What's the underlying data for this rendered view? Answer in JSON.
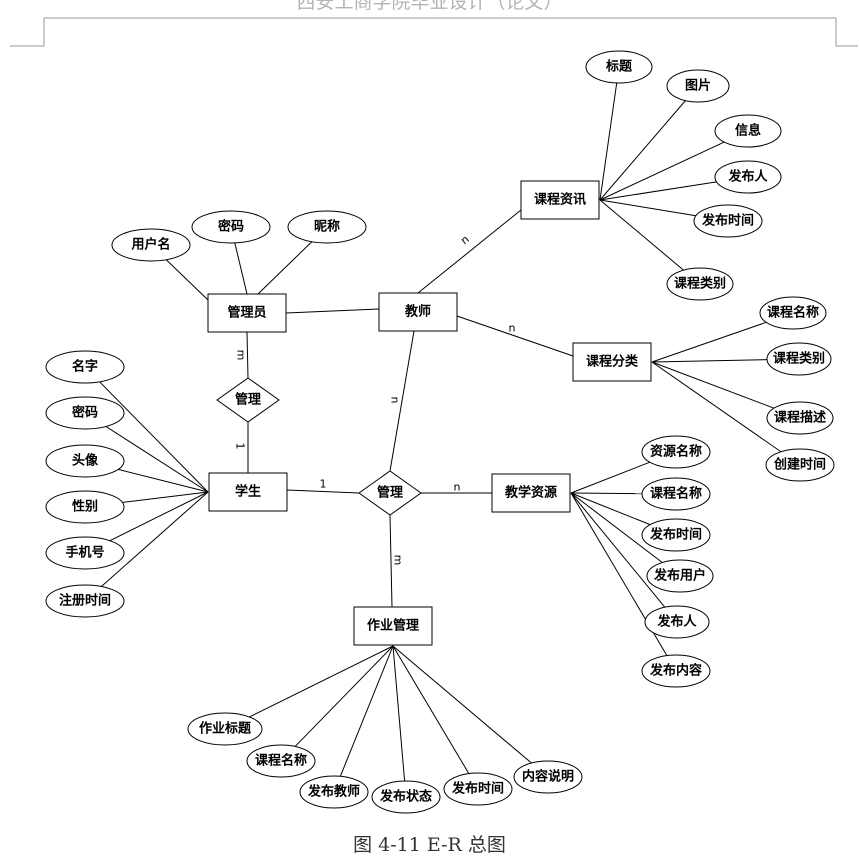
{
  "header": {
    "title": "西安工商学院毕业设计（论文）"
  },
  "caption": "图 4-11 E-R 总图",
  "diagram": {
    "entities": [
      {
        "id": "admin",
        "label": "管理员"
      },
      {
        "id": "teacher",
        "label": "教师"
      },
      {
        "id": "student",
        "label": "学生"
      },
      {
        "id": "course_news",
        "label": "课程资讯"
      },
      {
        "id": "course_category",
        "label": "课程分类"
      },
      {
        "id": "teaching_resource",
        "label": "教学资源"
      },
      {
        "id": "homework",
        "label": "作业管理"
      }
    ],
    "relationships": [
      {
        "id": "rel_manage_1",
        "label": "管理"
      },
      {
        "id": "rel_manage_2",
        "label": "管理"
      }
    ],
    "attributes": [
      {
        "id": "a_admin_username",
        "label": "用户名",
        "of": "admin"
      },
      {
        "id": "a_admin_password",
        "label": "密码",
        "of": "admin"
      },
      {
        "id": "a_admin_nickname",
        "label": "昵称",
        "of": "admin"
      },
      {
        "id": "a_news_title",
        "label": "标题",
        "of": "course_news"
      },
      {
        "id": "a_news_image",
        "label": "图片",
        "of": "course_news"
      },
      {
        "id": "a_news_info",
        "label": "信息",
        "of": "course_news"
      },
      {
        "id": "a_news_publisher",
        "label": "发布人",
        "of": "course_news"
      },
      {
        "id": "a_news_time",
        "label": "发布时间",
        "of": "course_news"
      },
      {
        "id": "a_news_type",
        "label": "课程类别",
        "of": "course_news"
      },
      {
        "id": "a_cat_name",
        "label": "课程名称",
        "of": "course_category"
      },
      {
        "id": "a_cat_type",
        "label": "课程类别",
        "of": "course_category"
      },
      {
        "id": "a_cat_desc",
        "label": "课程描述",
        "of": "course_category"
      },
      {
        "id": "a_cat_created",
        "label": "创建时间",
        "of": "course_category"
      },
      {
        "id": "a_stu_name",
        "label": "名字",
        "of": "student"
      },
      {
        "id": "a_stu_password",
        "label": "密码",
        "of": "student"
      },
      {
        "id": "a_stu_avatar",
        "label": "头像",
        "of": "student"
      },
      {
        "id": "a_stu_gender",
        "label": "性别",
        "of": "student"
      },
      {
        "id": "a_stu_phone",
        "label": "手机号",
        "of": "student"
      },
      {
        "id": "a_stu_regtime",
        "label": "注册时间",
        "of": "student"
      },
      {
        "id": "a_res_name",
        "label": "资源名称",
        "of": "teaching_resource"
      },
      {
        "id": "a_res_course",
        "label": "课程名称",
        "of": "teaching_resource"
      },
      {
        "id": "a_res_time",
        "label": "发布时间",
        "of": "teaching_resource"
      },
      {
        "id": "a_res_user",
        "label": "发布用户",
        "of": "teaching_resource"
      },
      {
        "id": "a_res_publisher",
        "label": "发布人",
        "of": "teaching_resource"
      },
      {
        "id": "a_res_content",
        "label": "发布内容",
        "of": "teaching_resource"
      },
      {
        "id": "a_hw_title",
        "label": "作业标题",
        "of": "homework"
      },
      {
        "id": "a_hw_course",
        "label": "课程名称",
        "of": "homework"
      },
      {
        "id": "a_hw_teacher",
        "label": "发布教师",
        "of": "homework"
      },
      {
        "id": "a_hw_status",
        "label": "发布状态",
        "of": "homework"
      },
      {
        "id": "a_hw_time",
        "label": "发布时间",
        "of": "homework"
      },
      {
        "id": "a_hw_desc",
        "label": "内容说明",
        "of": "homework"
      }
    ],
    "links": [
      {
        "id": "l_admin_teacher",
        "from": "admin",
        "to": "teacher",
        "cardinality": ""
      },
      {
        "id": "l_teacher_news",
        "from": "teacher",
        "to": "course_news",
        "cardinality": "n"
      },
      {
        "id": "l_teacher_cat",
        "from": "teacher",
        "to": "course_category",
        "cardinality": "n"
      },
      {
        "id": "l_admin_rel1",
        "from": "admin",
        "to": "rel_manage_1",
        "cardinality": "m"
      },
      {
        "id": "l_rel1_student",
        "from": "rel_manage_1",
        "to": "student",
        "cardinality": "1"
      },
      {
        "id": "l_student_rel2",
        "from": "student",
        "to": "rel_manage_2",
        "cardinality": "1"
      },
      {
        "id": "l_teacher_rel2",
        "from": "teacher",
        "to": "rel_manage_2",
        "cardinality": "n"
      },
      {
        "id": "l_rel2_res",
        "from": "rel_manage_2",
        "to": "teaching_resource",
        "cardinality": "n"
      },
      {
        "id": "l_rel2_hw",
        "from": "rel_manage_2",
        "to": "homework",
        "cardinality": "m"
      }
    ]
  }
}
